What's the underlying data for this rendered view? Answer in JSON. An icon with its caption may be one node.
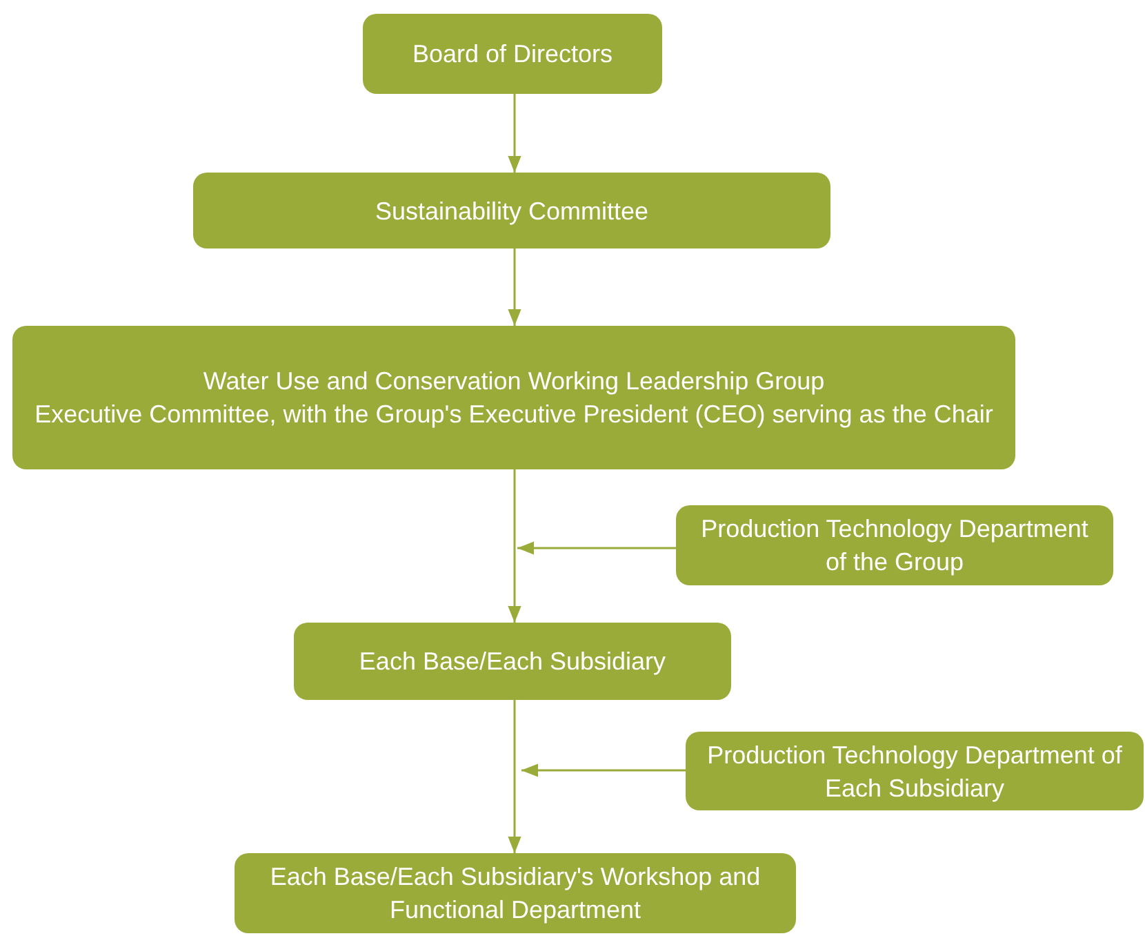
{
  "diagram": {
    "nodes": [
      {
        "text": [
          "Board of Directors"
        ]
      },
      {
        "text": [
          "Sustainability Committee"
        ]
      },
      {
        "text": [
          "Water Use and Conservation Working Leadership Group",
          "Executive Committee, with the Group's Executive President (CEO) serving as the Chair"
        ]
      },
      {
        "text": [
          "Production Technology Department of the Group"
        ]
      },
      {
        "text": [
          "Each Base/Each Subsidiary"
        ]
      },
      {
        "text": [
          "Production Technology Department of Each Subsidiary"
        ]
      },
      {
        "text": [
          "Each Base/Each Subsidiary's Workshop and Functional Department"
        ]
      }
    ],
    "edges": [
      {
        "from": 0,
        "to": 1,
        "arrow": "to"
      },
      {
        "from": 1,
        "to": 2,
        "arrow": "to"
      },
      {
        "from": 2,
        "to": 4,
        "arrow": "to"
      },
      {
        "from": 3,
        "to": null,
        "arrow": "to"
      },
      {
        "from": 4,
        "to": 6,
        "arrow": "to"
      },
      {
        "from": 5,
        "to": null,
        "arrow": "to"
      }
    ]
  }
}
